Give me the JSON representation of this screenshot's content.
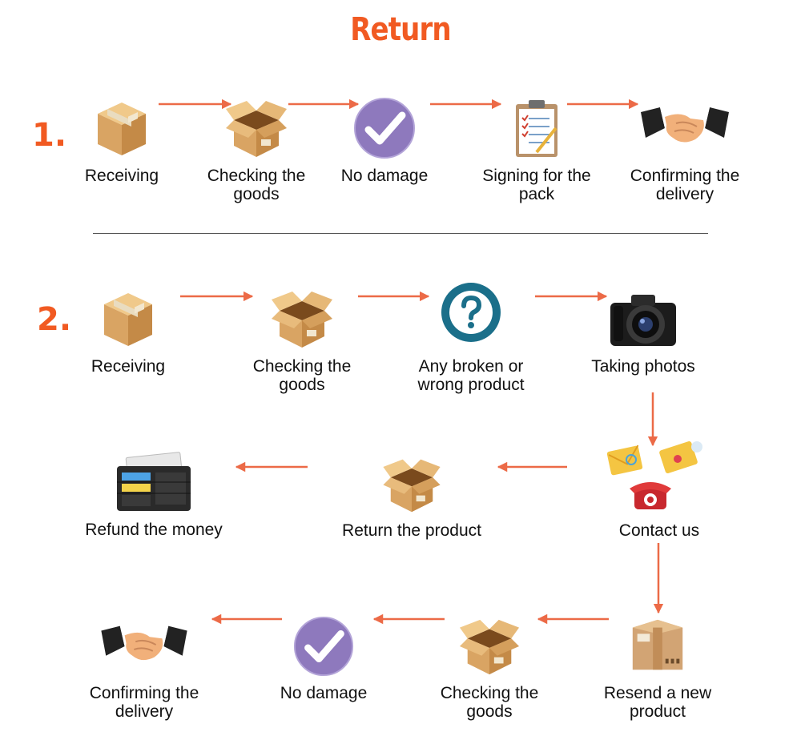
{
  "title": "Return",
  "section1": {
    "number": "1.",
    "steps": [
      {
        "label": "Receiving",
        "icon": "closed-box-icon"
      },
      {
        "label": "Checking the\ngoods",
        "icon": "open-box-icon"
      },
      {
        "label": "No damage",
        "icon": "purple-checkmark-icon"
      },
      {
        "label": "Signing for the\npack",
        "icon": "clipboard-icon"
      },
      {
        "label": "Confirming the\ndelivery",
        "icon": "handshake-icon"
      }
    ]
  },
  "section2": {
    "number": "2.",
    "steps": [
      {
        "label": "Receiving",
        "icon": "closed-box-icon"
      },
      {
        "label": "Checking the\ngoods",
        "icon": "open-box-icon"
      },
      {
        "label": "Any broken or\nwrong product",
        "icon": "question-mark-icon"
      },
      {
        "label": "Taking photos",
        "icon": "camera-icon"
      },
      {
        "label": "Contact us",
        "icon": "envelopes-telephone-icon"
      },
      {
        "label": "Return the product",
        "icon": "open-box-icon"
      },
      {
        "label": "Refund the money",
        "icon": "wallet-icon"
      },
      {
        "label": "Resend a new\nproduct",
        "icon": "shipping-box-icon"
      },
      {
        "label": "Checking the\ngoods",
        "icon": "open-box-icon"
      },
      {
        "label": "No damage",
        "icon": "purple-checkmark-icon"
      },
      {
        "label": "Confirming the\ndelivery",
        "icon": "handshake-icon"
      }
    ]
  },
  "colors": {
    "accent": "#f15a22",
    "arrow": "#ec6a47",
    "check": "#8e79bd",
    "question": "#1b6f8a"
  }
}
